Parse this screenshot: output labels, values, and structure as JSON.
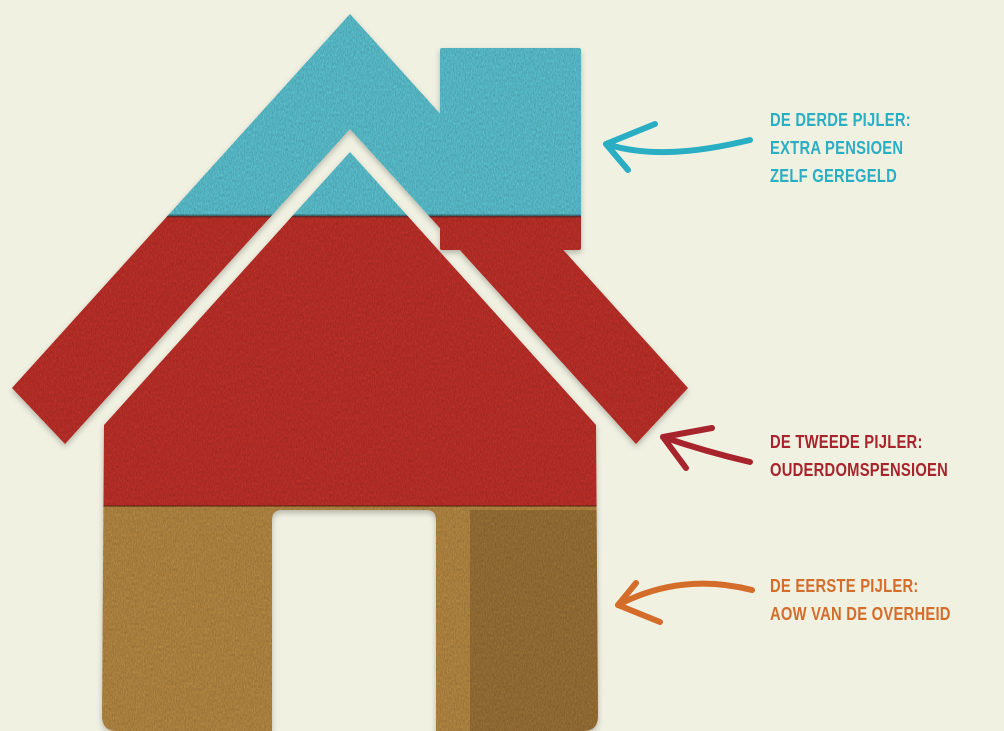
{
  "colors": {
    "background": "#f1f1e2",
    "pillar_third": "#2aaec3",
    "pillar_second": "#a8242c",
    "pillar_first": "#d46c2a",
    "roof_blue": "#5cc4d2",
    "wall_red": "#c1312a",
    "base_wood": "#b88a44"
  },
  "pillars": [
    {
      "key": "third",
      "icon": "arrow-left-icon",
      "lines": [
        "DE DERDE PIJLER:",
        "EXTRA PENSIOEN",
        "ZELF GEREGELD"
      ]
    },
    {
      "key": "second",
      "icon": "arrow-left-icon",
      "lines": [
        "DE TWEEDE PIJLER:",
        "OUDERDOMSPENSIOEN"
      ]
    },
    {
      "key": "first",
      "icon": "arrow-left-icon",
      "lines": [
        "DE EERSTE PIJLER:",
        "AOW VAN DE OVERHEID"
      ]
    }
  ]
}
